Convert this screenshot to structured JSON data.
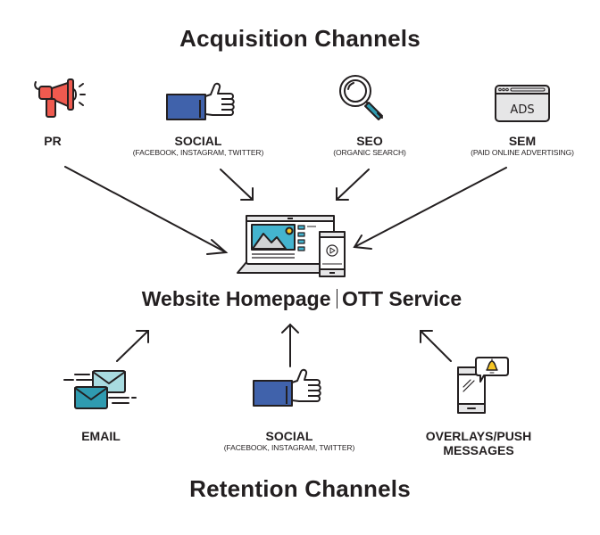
{
  "acquisition": {
    "title": "Acquisition Channels",
    "channels": [
      {
        "label": "PR",
        "sub": "",
        "icon": "megaphone-icon"
      },
      {
        "label": "SOCIAL",
        "sub": "(FACEBOOK, INSTAGRAM, TWITTER)",
        "icon": "thumbs-up-icon"
      },
      {
        "label": "SEO",
        "sub": "(ORGANIC SEARCH)",
        "icon": "magnifier-icon"
      },
      {
        "label": "SEM",
        "sub": "(PAID ONLINE ADVERTISING)",
        "icon": "ads-browser-icon",
        "icon_text": "ADS"
      }
    ]
  },
  "center": {
    "left": "Website Homepage",
    "right": "OTT Service",
    "icon": "laptop-phone-icon"
  },
  "retention": {
    "title": "Retention Channels",
    "channels": [
      {
        "label": "EMAIL",
        "sub": "",
        "icon": "email-icon"
      },
      {
        "label": "SOCIAL",
        "sub": "(FACEBOOK, INSTAGRAM, TWITTER)",
        "icon": "thumbs-up-icon"
      },
      {
        "label": "OVERLAYS/PUSH",
        "label2": "MESSAGES",
        "sub": "",
        "icon": "phone-notification-icon"
      }
    ]
  },
  "colors": {
    "ink": "#231f20",
    "red": "#ef5a4f",
    "blue": "#4062ab",
    "teal": "#2f9bb0",
    "light_teal": "#a8dbe0",
    "yellow": "#f7c625",
    "gray": "#e6e6e7"
  }
}
